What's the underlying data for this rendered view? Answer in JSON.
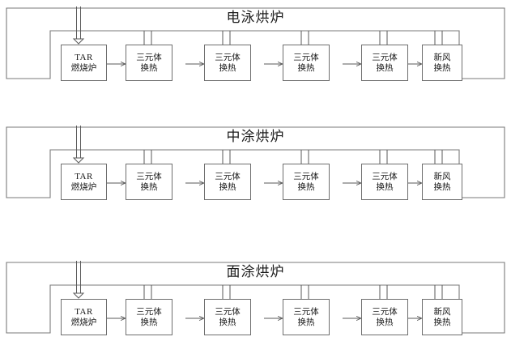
{
  "diagram": {
    "type": "process-flow",
    "description": "Three parallel drying-oven waste-heat recovery flow lines",
    "colors": {
      "box_border": "#6e6e6e",
      "outer_border": "#7a7a7a",
      "line": "#5a5a5a",
      "text": "#161616",
      "background": "#ffffff"
    },
    "panels": [
      {
        "id": "panel-electrophoresis",
        "title": "电泳烘炉",
        "nodes": [
          {
            "id": "tar-burner",
            "line1": "TAR",
            "line2": "燃烧炉"
          },
          {
            "id": "ternary-hx-1",
            "line1": "三元体",
            "line2": "换热"
          },
          {
            "id": "ternary-hx-2",
            "line1": "三元体",
            "line2": "换热"
          },
          {
            "id": "ternary-hx-3",
            "line1": "三元体",
            "line2": "换热"
          },
          {
            "id": "ternary-hx-4",
            "line1": "三元体",
            "line2": "换热"
          },
          {
            "id": "fresh-air-hx",
            "line1": "新风",
            "line2": "换热"
          }
        ]
      },
      {
        "id": "panel-intermediate-coat",
        "title": "中涂烘炉",
        "nodes": [
          {
            "id": "tar-burner",
            "line1": "TAR",
            "line2": "燃烧炉"
          },
          {
            "id": "ternary-hx-1",
            "line1": "三元体",
            "line2": "换热"
          },
          {
            "id": "ternary-hx-2",
            "line1": "三元体",
            "line2": "换热"
          },
          {
            "id": "ternary-hx-3",
            "line1": "三元体",
            "line2": "换热"
          },
          {
            "id": "ternary-hx-4",
            "line1": "三元体",
            "line2": "换热"
          },
          {
            "id": "fresh-air-hx",
            "line1": "新风",
            "line2": "换热"
          }
        ]
      },
      {
        "id": "panel-top-coat",
        "title": "面涂烘炉",
        "nodes": [
          {
            "id": "tar-burner",
            "line1": "TAR",
            "line2": "燃烧炉"
          },
          {
            "id": "ternary-hx-1",
            "line1": "三元体",
            "line2": "换热"
          },
          {
            "id": "ternary-hx-2",
            "line1": "三元体",
            "line2": "换热"
          },
          {
            "id": "ternary-hx-3",
            "line1": "三元体",
            "line2": "换热"
          },
          {
            "id": "ternary-hx-4",
            "line1": "三元体",
            "line2": "换热"
          },
          {
            "id": "fresh-air-hx",
            "line1": "新风",
            "line2": "换热"
          }
        ]
      }
    ]
  }
}
